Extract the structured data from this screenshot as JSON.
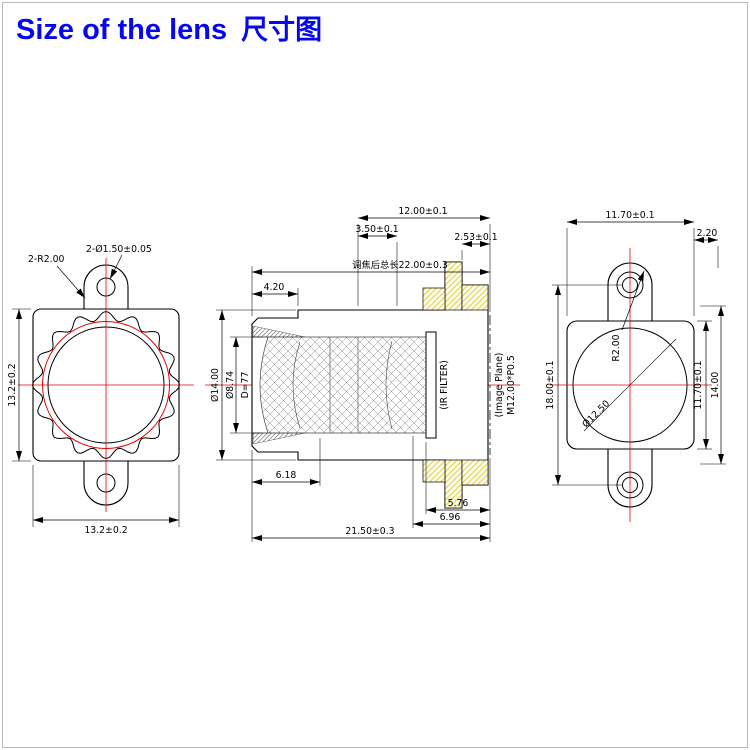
{
  "page": {
    "title_en": "Size of the lens",
    "title_zh": "尺寸图",
    "title_color": "#0707ee",
    "centerline_color": "#e60000",
    "hatch_color": "#ddc926"
  },
  "front_view": {
    "dim_height": "13.2±0.2",
    "dim_width": "13.2±0.2",
    "note_radius": "2-R2.00",
    "note_holes": "2-Ø1.50±0.05"
  },
  "section_view": {
    "dim_cap": "4.20",
    "dim_12": "12.00±0.1",
    "dim_3_5": "3.50±0.1",
    "dim_2_53": "2.53±0.1",
    "note_total": "调焦后总长22.00±0.3",
    "dim_od": "Ø14.00",
    "dim_bore": "Ø8.74",
    "dim_d77": "D=77",
    "label_ir": "(IR FILTER)",
    "label_plane": "(Image Plane)",
    "label_thread": "M12.00*P0.5",
    "dim_6_18": "6.18",
    "dim_5_76": "5.76",
    "dim_6_96": "6.96",
    "dim_21_5": "21.50±0.3"
  },
  "back_view": {
    "dim_width": "11.70±0.1",
    "dim_2_2": "2.20",
    "note_r2": "R2.00",
    "dim_18": "18.00±0.1",
    "dim_height": "11.70±0.1",
    "dim_14": "14.00",
    "dim_circle": "Ø12.50"
  }
}
